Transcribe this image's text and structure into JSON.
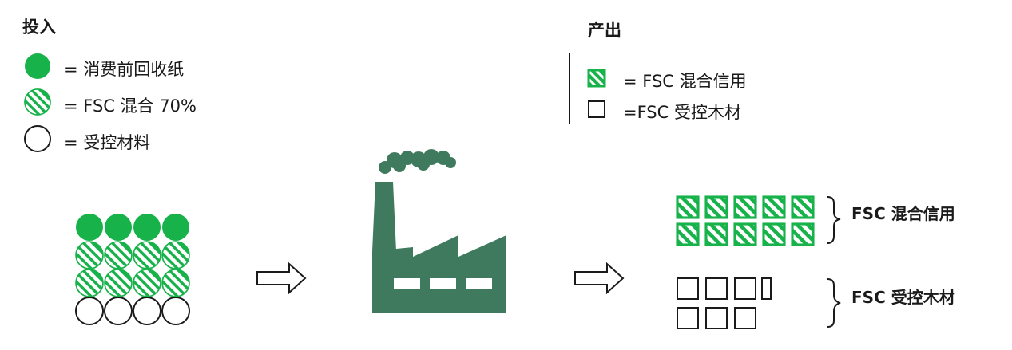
{
  "input": {
    "heading": "投入",
    "legend": [
      {
        "kind": "solid",
        "text": "= 消费前回收纸"
      },
      {
        "kind": "hatched",
        "text": "= FSC 混合 70%"
      },
      {
        "kind": "empty",
        "text": "= 受控材料"
      }
    ]
  },
  "output": {
    "heading": "产出",
    "legend": [
      {
        "kind": "hatched",
        "text": "= FSC 混合信用"
      },
      {
        "kind": "empty",
        "text": "=FSC 受控木材"
      }
    ]
  },
  "groups": {
    "mix_credit_label": "FSC 混合信用",
    "controlled_wood_label": "FSC 受控木材"
  },
  "colors": {
    "green": "#17b24a",
    "factory": "#3f7a5e",
    "outline": "#1a1a1a"
  },
  "icons": {
    "flow_arrow": "hollow-right-arrow-icon",
    "factory": "factory-icon"
  }
}
